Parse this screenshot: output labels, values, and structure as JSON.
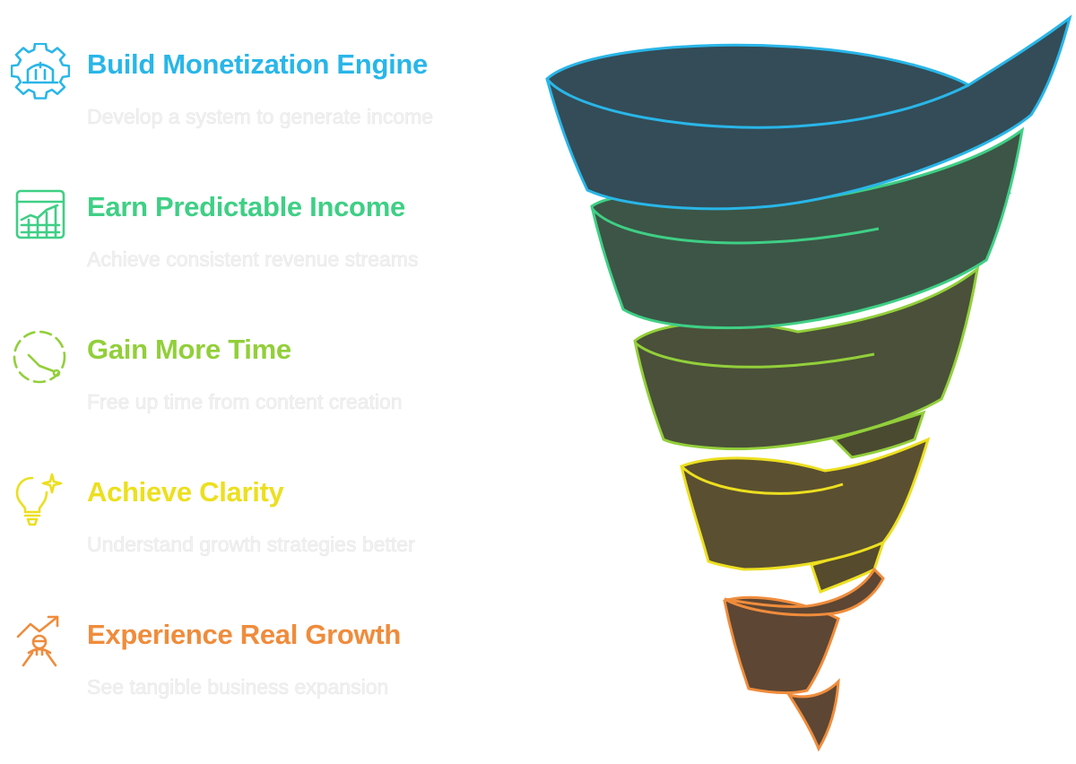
{
  "steps": [
    {
      "title": "Build Monetization Engine",
      "description": "Develop a system to generate income",
      "color": "#29b6e8",
      "icon": "gear-building-icon"
    },
    {
      "title": "Earn Predictable Income",
      "description": "Achieve consistent revenue streams",
      "color": "#3fcf85",
      "icon": "growth-chart-icon"
    },
    {
      "title": "Gain More Time",
      "description": "Free up time from content creation",
      "color": "#92cf3a",
      "icon": "clock-icon"
    },
    {
      "title": "Achieve Clarity",
      "description": "Understand growth strategies better",
      "color": "#ecdf1f",
      "icon": "lightbulb-icon"
    },
    {
      "title": "Experience Real Growth",
      "description": "See tangible business expansion",
      "color": "#ef8c3c",
      "icon": "person-growth-icon"
    }
  ],
  "funnel": {
    "band_fills": [
      "#334c57",
      "#3c5546",
      "#4a5039",
      "#5a4f30",
      "#5d4633"
    ]
  }
}
